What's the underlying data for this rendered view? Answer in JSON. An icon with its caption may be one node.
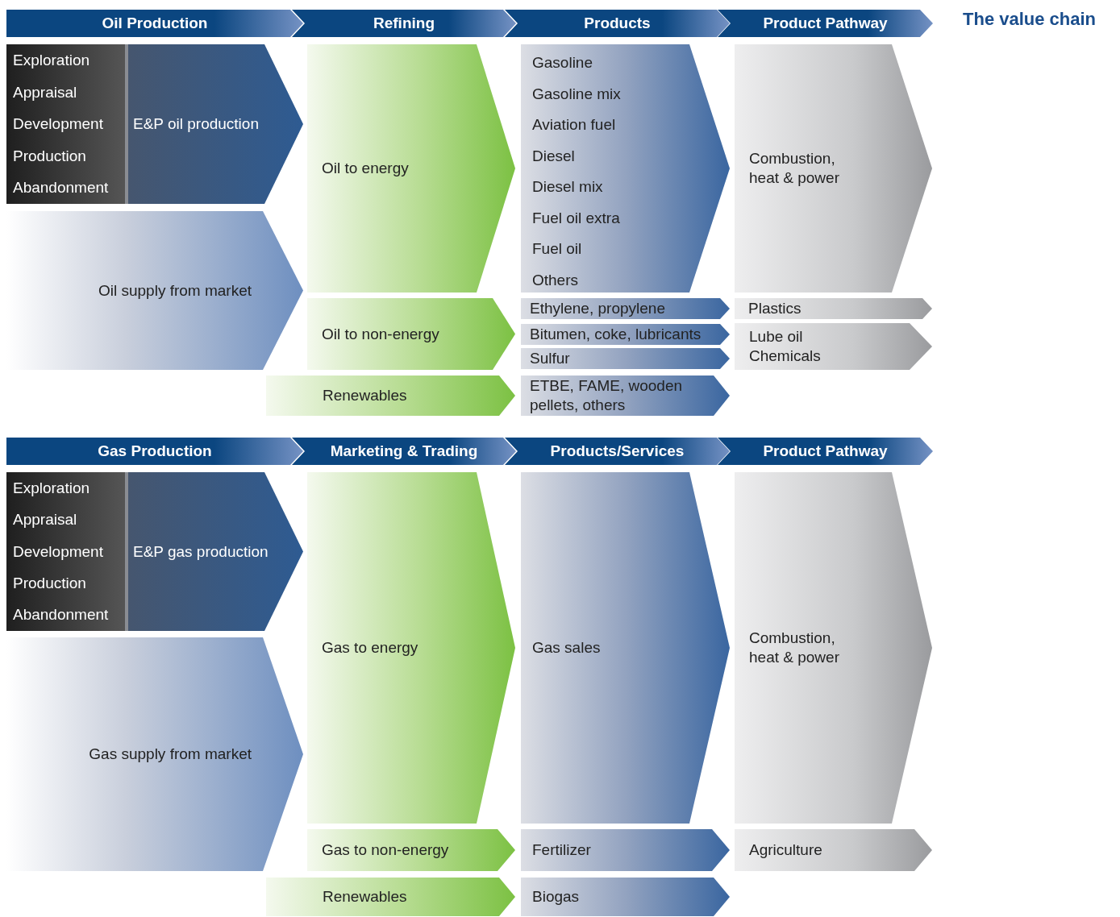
{
  "diagram": {
    "title": "The value chain",
    "nodes": [
      {
        "text": [
          "Oil Production"
        ]
      },
      {
        "text": [
          "Refining"
        ]
      },
      {
        "text": [
          "Products"
        ]
      },
      {
        "text": [
          "Product Pathway"
        ]
      },
      {
        "text": [
          "Exploration",
          "Appraisal",
          "Development",
          "Production",
          "Abandonment",
          "E&P oil production"
        ]
      },
      {
        "text": [
          "Oil supply from market"
        ]
      },
      {
        "text": [
          "Oil to energy"
        ]
      },
      {
        "text": [
          "Oil to non-energy"
        ]
      },
      {
        "text": [
          "Renewables"
        ]
      },
      {
        "text": [
          "Gasoline",
          "Gasoline mix",
          "Aviation fuel",
          "Diesel",
          "Diesel mix",
          "Fuel oil extra",
          "Fuel oil",
          "Others"
        ]
      },
      {
        "text": [
          "Ethylene, propylene"
        ]
      },
      {
        "text": [
          "Bitumen, coke, lubricants"
        ]
      },
      {
        "text": [
          "Sulfur"
        ]
      },
      {
        "text": [
          "ETBE, FAME, wooden pellets, others"
        ]
      },
      {
        "text": [
          "Combustion, heat & power"
        ]
      },
      {
        "text": [
          "Plastics"
        ]
      },
      {
        "text": [
          "Lube oil",
          "Chemicals"
        ]
      },
      {
        "text": [
          "Gas Production"
        ]
      },
      {
        "text": [
          "Marketing & Trading"
        ]
      },
      {
        "text": [
          "Products/Services"
        ]
      },
      {
        "text": [
          "Product Pathway"
        ]
      },
      {
        "text": [
          "Exploration",
          "Appraisal",
          "Development",
          "Production",
          "Abandonment",
          "E&P gas production"
        ]
      },
      {
        "text": [
          "Gas supply from market"
        ]
      },
      {
        "text": [
          "Gas to energy"
        ]
      },
      {
        "text": [
          "Gas to non-energy"
        ]
      },
      {
        "text": [
          "Renewables"
        ]
      },
      {
        "text": [
          "Gas sales"
        ]
      },
      {
        "text": [
          "Fertilizer"
        ]
      },
      {
        "text": [
          "Biogas"
        ]
      },
      {
        "text": [
          "Combustion, heat & power"
        ]
      },
      {
        "text": [
          "Agriculture"
        ]
      }
    ]
  }
}
